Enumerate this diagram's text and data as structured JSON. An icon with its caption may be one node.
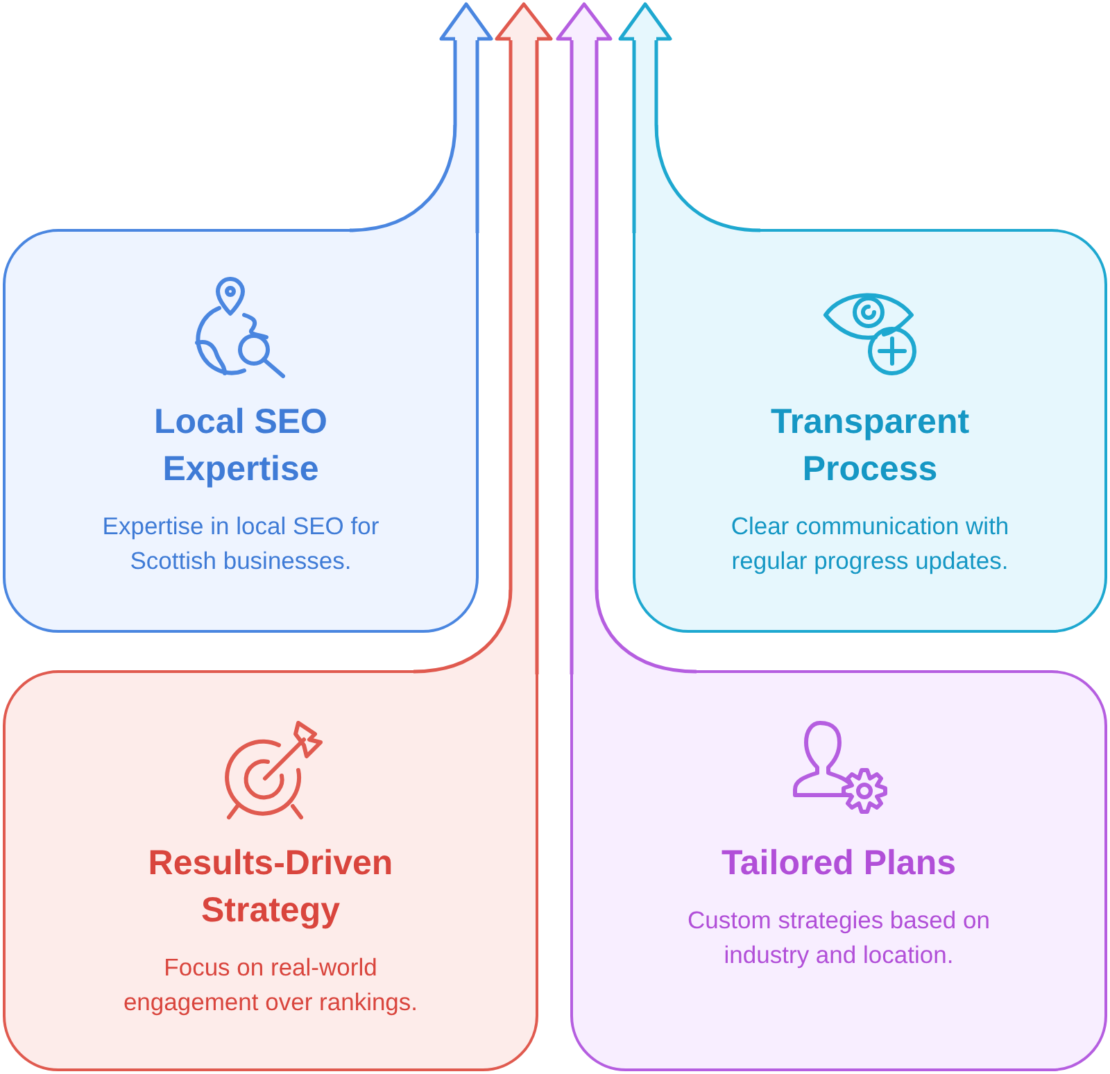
{
  "diagram": {
    "nodes": [
      {
        "text": [
          "Local SEO Expertise",
          "Expertise in local SEO for Scottish businesses."
        ]
      },
      {
        "text": [
          "Transparent Process",
          "Clear communication with regular progress updates."
        ]
      },
      {
        "text": [
          "Results-Driven Strategy",
          "Focus on real-world engagement over rankings."
        ]
      },
      {
        "text": [
          "Tailored Plans",
          "Custom strategies based on industry and location."
        ]
      }
    ],
    "edges": [
      {
        "from": 0,
        "to": null,
        "arrow": "to",
        "color": "#4a86e0"
      },
      {
        "from": 2,
        "to": null,
        "arrow": "to",
        "color": "#e05a4f"
      },
      {
        "from": 3,
        "to": null,
        "arrow": "to",
        "color": "#b55ee0"
      },
      {
        "from": 1,
        "to": null,
        "arrow": "to",
        "color": "#1ea8d0"
      }
    ]
  }
}
